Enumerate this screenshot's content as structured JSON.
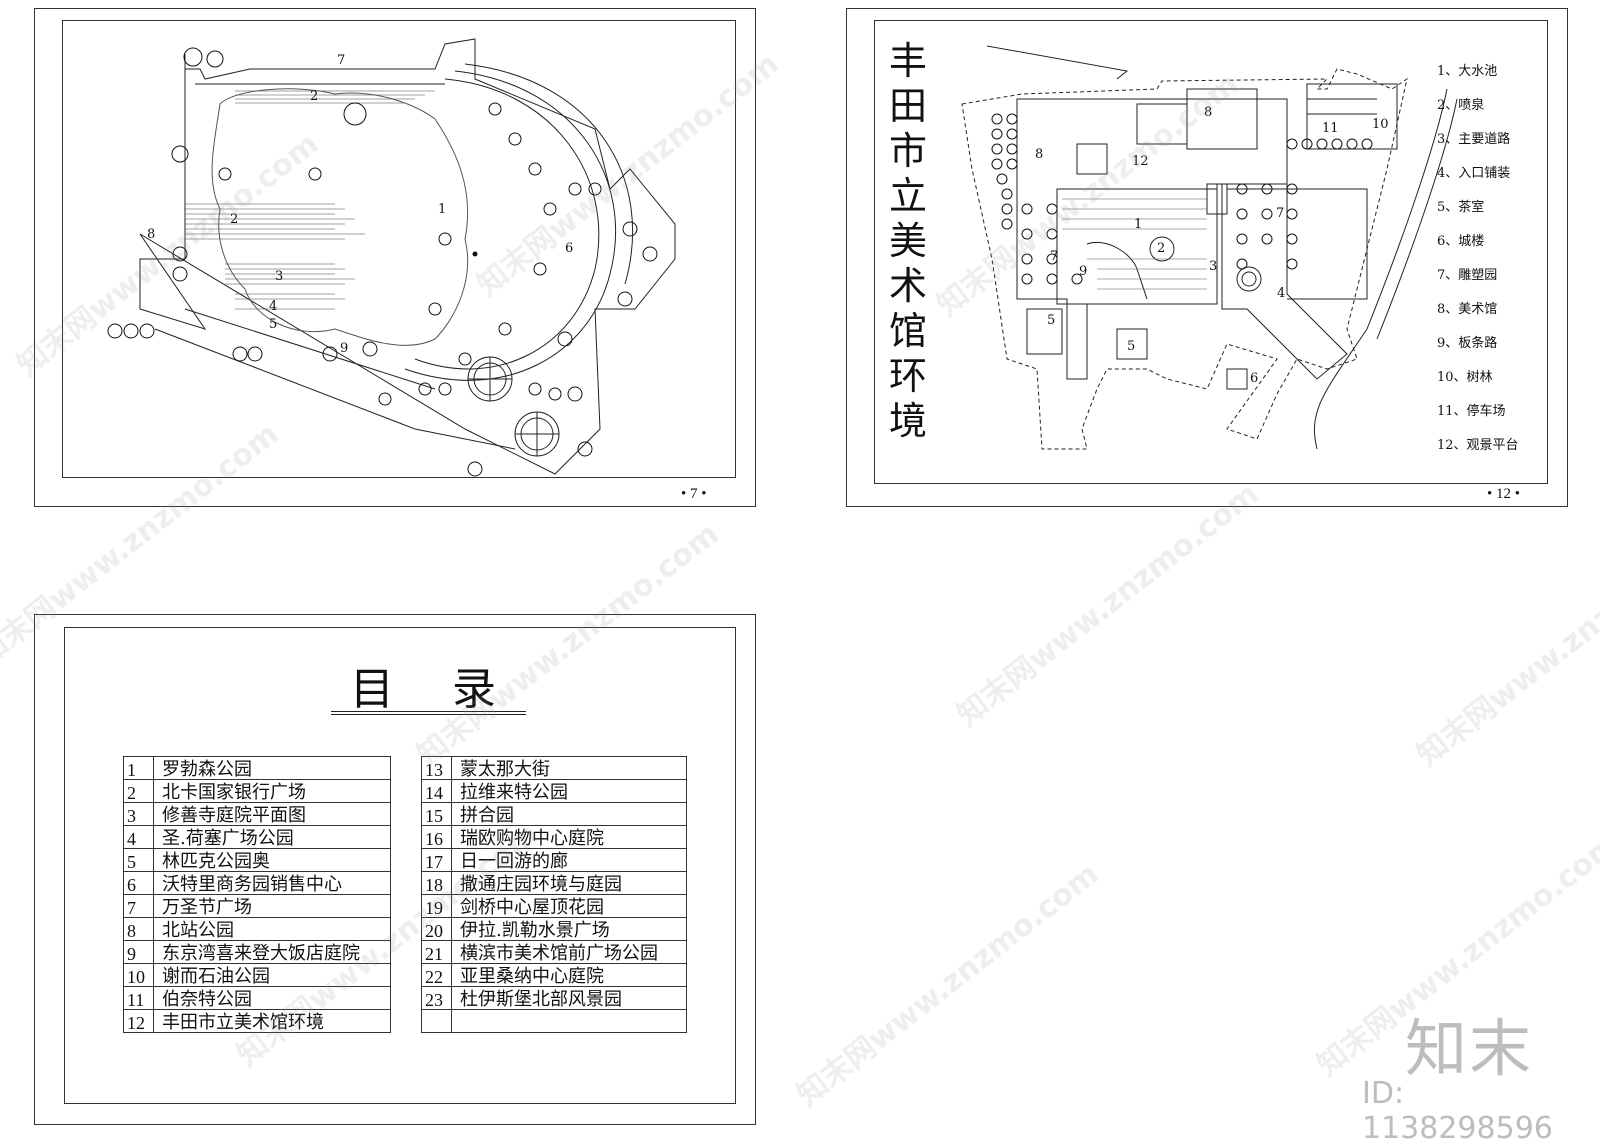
{
  "sheet_top_left": {
    "page_no": "• 7 •",
    "labels": [
      "1",
      "2",
      "2",
      "3",
      "4",
      "5",
      "6",
      "7",
      "8",
      "9"
    ]
  },
  "sheet_top_right": {
    "page_no": "• 12 •",
    "vertical_title": [
      "丰",
      "田",
      "市",
      "立",
      "美",
      "术",
      "馆",
      "环",
      "境"
    ],
    "plan_labels": [
      "8",
      "8",
      "12",
      "1",
      "2",
      "7",
      "7",
      "3",
      "4",
      "9",
      "5",
      "5",
      "6",
      "10",
      "11"
    ],
    "legend": [
      "1、大水池",
      "2、喷泉",
      "3、主要道路",
      "4、入口铺装",
      "5、茶室",
      "6、城楼",
      "7、雕塑园",
      "8、美术馆",
      "9、板条路",
      "10、树林",
      "11、停车场",
      "12、观景平台"
    ]
  },
  "toc_sheet": {
    "title": "目 录",
    "left_rows": [
      {
        "num": "1",
        "name": "罗勃森公园"
      },
      {
        "num": "2",
        "name": "北卡国家银行广场"
      },
      {
        "num": "3",
        "name": "修善寺庭院平面图"
      },
      {
        "num": "4",
        "name": "圣.荷塞广场公园"
      },
      {
        "num": "5",
        "name": "林匹克公园奥"
      },
      {
        "num": "6",
        "name": "沃特里商务园销售中心"
      },
      {
        "num": "7",
        "name": "万圣节广场"
      },
      {
        "num": "8",
        "name": "北站公园"
      },
      {
        "num": "9",
        "name": "东京湾喜来登大饭店庭院"
      },
      {
        "num": "10",
        "name": "谢而石油公园"
      },
      {
        "num": "11",
        "name": "伯奈特公园"
      },
      {
        "num": "12",
        "name": "丰田市立美术馆环境"
      }
    ],
    "right_rows": [
      {
        "num": "13",
        "name": "蒙太那大街"
      },
      {
        "num": "14",
        "name": "拉维来特公园"
      },
      {
        "num": "15",
        "name": "拼合园"
      },
      {
        "num": "16",
        "name": "瑞欧购物中心庭院"
      },
      {
        "num": "17",
        "name": "日一回游的廊"
      },
      {
        "num": "18",
        "name": "撒通庄园环境与庭园"
      },
      {
        "num": "19",
        "name": "剑桥中心屋顶花园"
      },
      {
        "num": "20",
        "name": "伊拉.凯勒水景广场"
      },
      {
        "num": "21",
        "name": "横滨市美术馆前广场公园"
      },
      {
        "num": "22",
        "name": "亚里桑纳中心庭院"
      },
      {
        "num": "23",
        "name": "杜伊斯堡北部风景园"
      },
      {
        "num": "",
        "name": ""
      }
    ]
  },
  "brand": {
    "logo": "知末",
    "id": "ID: 1138298596"
  },
  "watermark": "知末网www.znzmo.com"
}
